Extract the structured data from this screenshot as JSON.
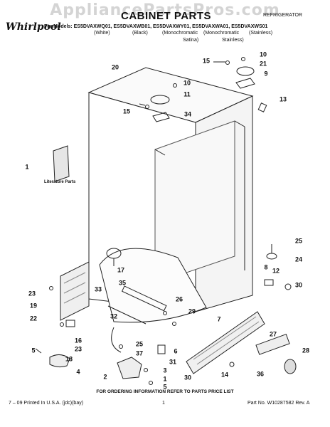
{
  "watermark": "AppliancePartsPros.com",
  "header": {
    "title": "CABINET PARTS",
    "category": "REFRIGERATOR",
    "brand": "Whirlpool",
    "models_line": "For Models: ES5DVAXWQ01, ES5DVAXWB01, ES5DVAXWY01, ES5DVAXWA01, ES5DVAXWS01",
    "variants": [
      "(White)",
      "(Black)",
      "(Monochromatic",
      "(Monochromatic",
      "(Stainless)"
    ],
    "variants_line2": [
      "Satina)",
      "Stainless)"
    ]
  },
  "diagram": {
    "literature_label": "Literature Parts",
    "callouts": [
      "10",
      "15",
      "21",
      "9",
      "20",
      "10",
      "11",
      "13",
      "15",
      "34",
      "1",
      "25",
      "24",
      "17",
      "8",
      "12",
      "23",
      "35",
      "33",
      "19",
      "26",
      "30",
      "29",
      "7",
      "22",
      "16",
      "23",
      "32",
      "25",
      "37",
      "27",
      "5",
      "18",
      "6",
      "28",
      "31",
      "3",
      "4",
      "2",
      "30",
      "1",
      "36",
      "14",
      "5"
    ]
  },
  "footer": {
    "order_note": "FOR ORDERING INFORMATION REFER TO PARTS PRICE LIST",
    "left": "7 – 09 Printed In U.S.A. (jdc)(bay)",
    "page_number": "1",
    "part_number": "Part No. W10287582 Rev. A"
  }
}
